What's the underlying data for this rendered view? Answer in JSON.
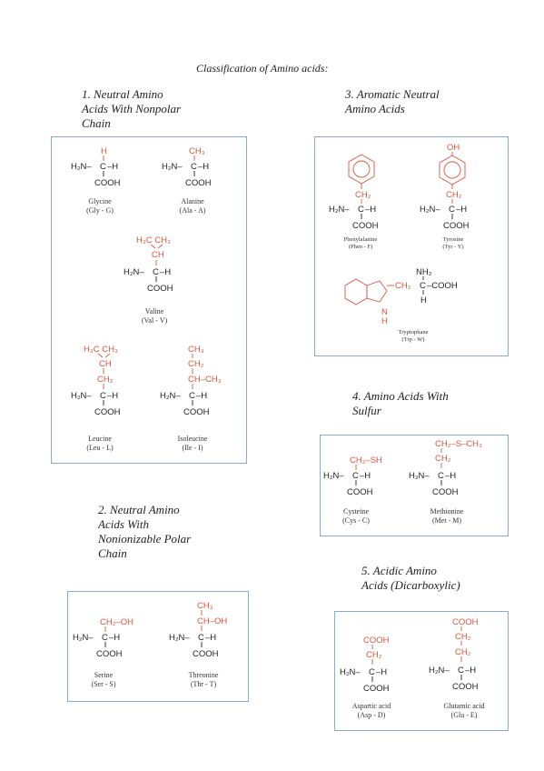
{
  "title": "Classification of Amino acids:",
  "sections": [
    {
      "heading": "1. Neutral Amino\nAcids With Nonpolar\nChain"
    },
    {
      "heading": "2. Neutral Amino\nAcids With\nNonionizable Polar\nChain"
    },
    {
      "heading": "3. Aromatic Neutral\nAmino Acids"
    },
    {
      "heading": "4. Amino Acids With\nSulfur"
    },
    {
      "heading": "5. Acidic Amino\nAcids (Dicarboxylic)"
    }
  ],
  "common": {
    "amine": "H₂N–",
    "alpha_c": "C",
    "h": "–H",
    "cooh": "COOH",
    "bar": "|"
  },
  "amino_acids": {
    "glycine": {
      "caption": "Glycine\n(Gly - G)",
      "side": [
        "H"
      ]
    },
    "alanine": {
      "caption": "Alanine\n(Ala - A)",
      "side": [
        "CH₃"
      ]
    },
    "valine": {
      "caption": "Valine\n(Val - V)",
      "side": [
        "H₃C  CH₃",
        "CH"
      ]
    },
    "leucine": {
      "caption": "Leucine\n(Leu - L)",
      "side": [
        "H₃C  CH₃",
        "CH",
        "CH₂"
      ]
    },
    "isoleucine": {
      "caption": "Isoleucine\n(Ile - I)",
      "side": [
        "CH₃",
        "CH₂",
        "CH–CH₃"
      ]
    },
    "serine": {
      "caption": "Serine\n(Ser - S)",
      "side": [
        "CH₂–OH"
      ]
    },
    "threonine": {
      "caption": "Threonine\n(Thr - T)",
      "side": [
        "CH₃",
        "CH–OH"
      ]
    },
    "phenylalanine": {
      "caption": "Phenylalanine\n(Phen - F)",
      "side": [
        "CH₂"
      ]
    },
    "tyrosine": {
      "caption": "Tyrosine\n(Tyr - Y)",
      "side": [
        "OH",
        "CH₂"
      ]
    },
    "tryptophan": {
      "caption": "Tryptophane\n(Trp - W)",
      "side": [
        "CH₂",
        "N",
        "H"
      ],
      "top": "NH₂",
      "bottom": "H",
      "right": "–COOH"
    },
    "cysteine": {
      "caption": "Cysteine\n(Cys - C)",
      "side": [
        "CH₂–SH"
      ]
    },
    "methionine": {
      "caption": "Methionine\n(Met - M)",
      "side": [
        "CH₂–S–CH₃",
        "CH₂"
      ]
    },
    "aspartic": {
      "caption": "Aspartic acid\n(Asp - D)",
      "side": [
        "COOH",
        "CH₂"
      ]
    },
    "glutamic": {
      "caption": "Glutamic acid\n(Glu - E)",
      "side": [
        "COOH",
        "CH₂",
        "CH₂"
      ]
    }
  },
  "colors": {
    "side_chain": "#d9543f",
    "box_border": "#8aa9d4"
  }
}
